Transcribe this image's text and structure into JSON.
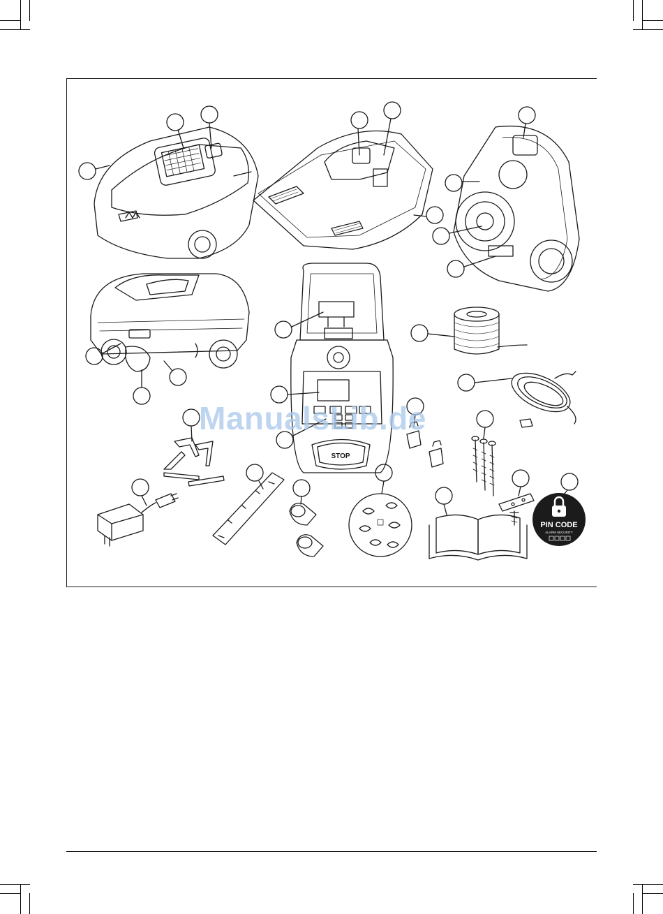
{
  "watermark": "ManualsLib.de",
  "labels": {
    "stop": "STOP",
    "pin_code": "PIN CODE",
    "alarm_security": "ALARM SECURITY"
  },
  "colors": {
    "ink": "#1a1a1a",
    "watermark": "#a9c8ec",
    "sticker": "#1b1b1b"
  }
}
